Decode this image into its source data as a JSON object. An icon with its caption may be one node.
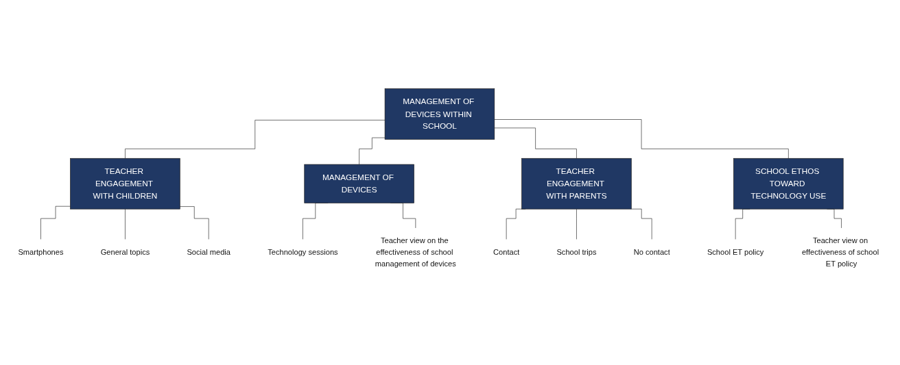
{
  "diagram": {
    "nodes": [
      {
        "text": [
          "MANAGEMENT OF DEVICES WITHIN SCHOOL"
        ]
      },
      {
        "text": [
          "TEACHER ENGAGEMENT WITH CHILDREN"
        ]
      },
      {
        "text": [
          "MANAGEMENT OF DEVICES"
        ]
      },
      {
        "text": [
          "TEACHER ENGAGEMENT WITH PARENTS"
        ]
      },
      {
        "text": [
          "SCHOOL ETHOS TOWARD TECHNOLOGY USE"
        ]
      },
      {
        "text": [
          "Smartphones"
        ]
      },
      {
        "text": [
          "General topics"
        ]
      },
      {
        "text": [
          "Social media"
        ]
      },
      {
        "text": [
          "Technology sessions"
        ]
      },
      {
        "text": [
          "Teacher view on the effectiveness of school management of devices"
        ]
      },
      {
        "text": [
          "Contact"
        ]
      },
      {
        "text": [
          "School trips"
        ]
      },
      {
        "text": [
          "No contact"
        ]
      },
      {
        "text": [
          "School ET policy"
        ]
      },
      {
        "text": [
          "Teacher view on effectiveness of school ET policy"
        ]
      }
    ],
    "edges": [
      {
        "from": 0,
        "to": 1,
        "arrow": "none"
      },
      {
        "from": 0,
        "to": 2,
        "arrow": "none"
      },
      {
        "from": 0,
        "to": 3,
        "arrow": "none"
      },
      {
        "from": 0,
        "to": 4,
        "arrow": "none"
      },
      {
        "from": 1,
        "to": 5,
        "arrow": "none"
      },
      {
        "from": 1,
        "to": 6,
        "arrow": "none"
      },
      {
        "from": 1,
        "to": 7,
        "arrow": "none"
      },
      {
        "from": 2,
        "to": 8,
        "arrow": "none"
      },
      {
        "from": 2,
        "to": 9,
        "arrow": "none"
      },
      {
        "from": 3,
        "to": 10,
        "arrow": "none"
      },
      {
        "from": 3,
        "to": 11,
        "arrow": "none"
      },
      {
        "from": 3,
        "to": 12,
        "arrow": "none"
      },
      {
        "from": 4,
        "to": 13,
        "arrow": "none"
      },
      {
        "from": 4,
        "to": 14,
        "arrow": "none"
      }
    ]
  }
}
